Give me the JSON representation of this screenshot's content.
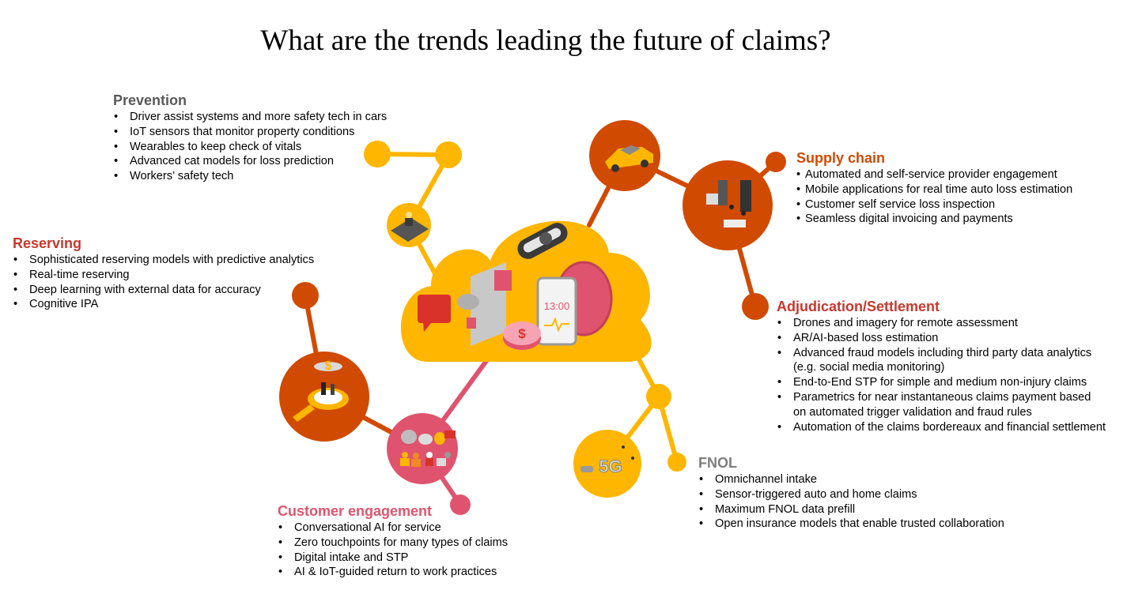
{
  "title": "What are the trends leading the future of claims?",
  "colors": {
    "yellow": "#FFB600",
    "orange": "#D04A02",
    "pink": "#E0536E",
    "red": "#C9372C",
    "grey_heading": "#595959",
    "fnol_heading": "#7D7D7D"
  },
  "sections": {
    "prevention": {
      "heading": "Prevention",
      "items": [
        "Driver assist systems and more safety tech in cars",
        "IoT sensors that monitor property conditions",
        "Wearables to keep check of vitals",
        "Advanced cat models for loss prediction",
        "Workers’ safety tech"
      ]
    },
    "reserving": {
      "heading": "Reserving",
      "items": [
        "Sophisticated reserving models with predictive analytics",
        "Real-time reserving",
        "Deep learning with external data for accuracy",
        "Cognitive IPA"
      ]
    },
    "supply_chain": {
      "heading": "Supply chain",
      "items": [
        "Automated and self-service provider engagement",
        "Mobile applications for real time auto loss estimation",
        "Customer self service loss inspection",
        "Seamless digital invoicing and payments"
      ]
    },
    "adjudication": {
      "heading": "Adjudication/Settlement",
      "items": [
        "Drones and imagery for remote assessment",
        "AR/AI-based loss estimation",
        "Advanced fraud models including third party data analytics",
        "(e.g. social media monitoring)",
        "End-to-End STP for simple and medium non-injury claims",
        "Parametrics for near instantaneous claims payment based",
        "on automated trigger validation and fraud rules",
        "Automation of the claims bordereaux and financial settlement"
      ]
    },
    "fnol": {
      "heading": "FNOL",
      "items": [
        "Omnichannel intake",
        "Sensor-triggered auto and home claims",
        "Maximum FNOL data prefill",
        "Open insurance models that enable trusted collaboration"
      ]
    },
    "customer_engagement": {
      "heading": "Customer engagement",
      "items": [
        "Conversational AI for service",
        "Zero touchpoints for many types of claims",
        "Digital intake and STP",
        "AI & IoT-guided return to work practices"
      ]
    }
  },
  "illustrations": {
    "watch_time": "13:00",
    "coin_symbol": "$",
    "network_label": "5G",
    "reserving_symbol": "$"
  }
}
